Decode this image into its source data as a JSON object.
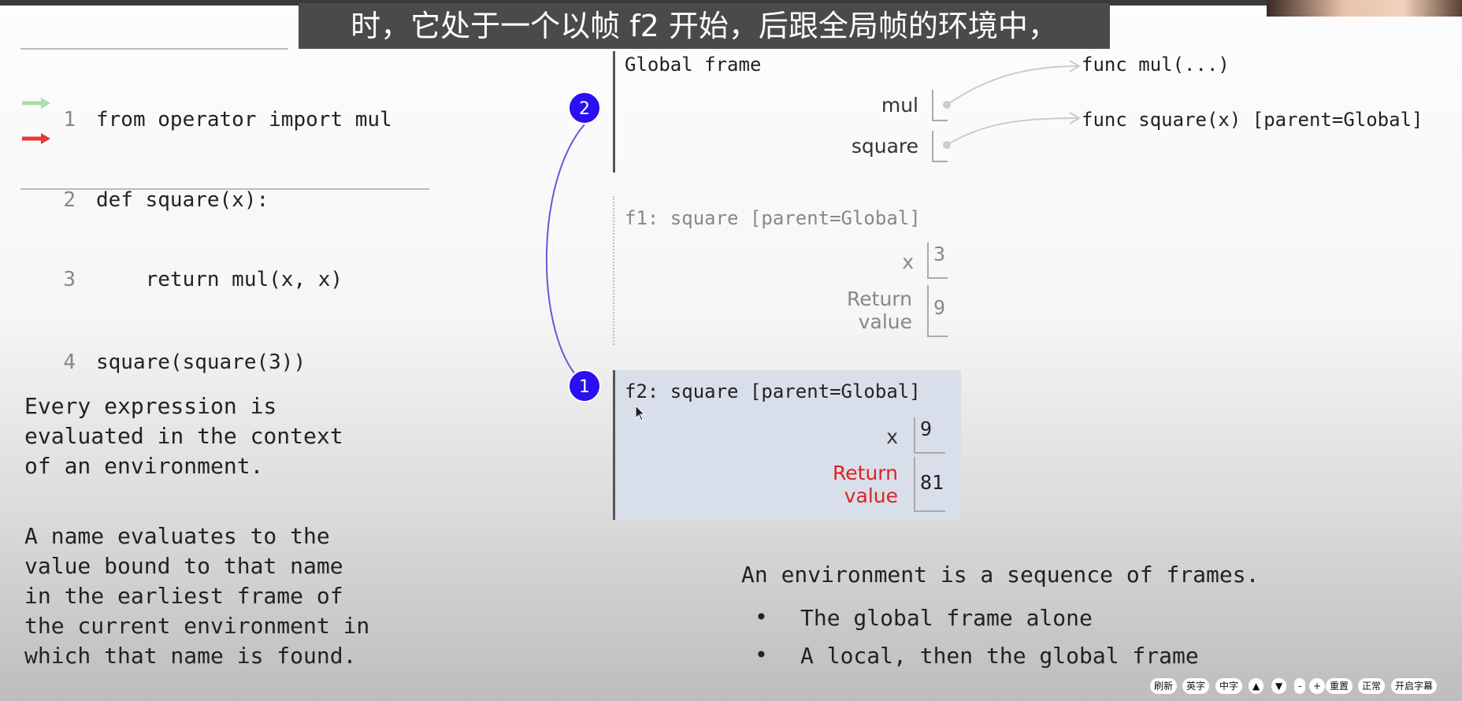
{
  "subtitle": "时，它处于一个以帧 f2 开始，后跟全局帧的环境中，",
  "code": {
    "lines": [
      {
        "num": "1",
        "text": "from operator import mul"
      },
      {
        "num": "2",
        "text": "def square(x):"
      },
      {
        "num": "3",
        "text": "    return mul(x, x)"
      },
      {
        "num": "4",
        "text": "square(square(3))"
      }
    ],
    "prev_line_color": "#a8e0a8",
    "next_line_color": "#e53935"
  },
  "left_text": {
    "para1": "Every expression is\nevaluated in the context\nof an environment.",
    "para2": "A name evaluates to the\nvalue bound to that name\nin the earliest frame of\nthe current environment in\nwhich that name is found."
  },
  "global_frame": {
    "title": "Global frame",
    "vars": [
      {
        "name": "mul"
      },
      {
        "name": "square"
      }
    ]
  },
  "objects": {
    "mul": "func mul(...)",
    "square": "func square(x) [parent=Global]"
  },
  "f1": {
    "title": "f1: square [parent=Global]",
    "x_label": "x",
    "x_value": "3",
    "return_label": "Return\nvalue",
    "return_value": "9"
  },
  "f2": {
    "title": "f2: square [parent=Global]",
    "x_label": "x",
    "x_value": "9",
    "return_label": "Return\nvalue",
    "return_value": "81"
  },
  "markers": {
    "one": "1",
    "two": "2",
    "color": "#2a0ff0"
  },
  "right_text": {
    "heading": "An environment is a sequence of frames.",
    "bullets": [
      "The global frame alone",
      "A local, then the global frame"
    ]
  },
  "player_buttons": [
    "刷新",
    "英字",
    "中字",
    "▲",
    "▼",
    "-",
    "+",
    "重置",
    "正常",
    "开启字幕"
  ]
}
